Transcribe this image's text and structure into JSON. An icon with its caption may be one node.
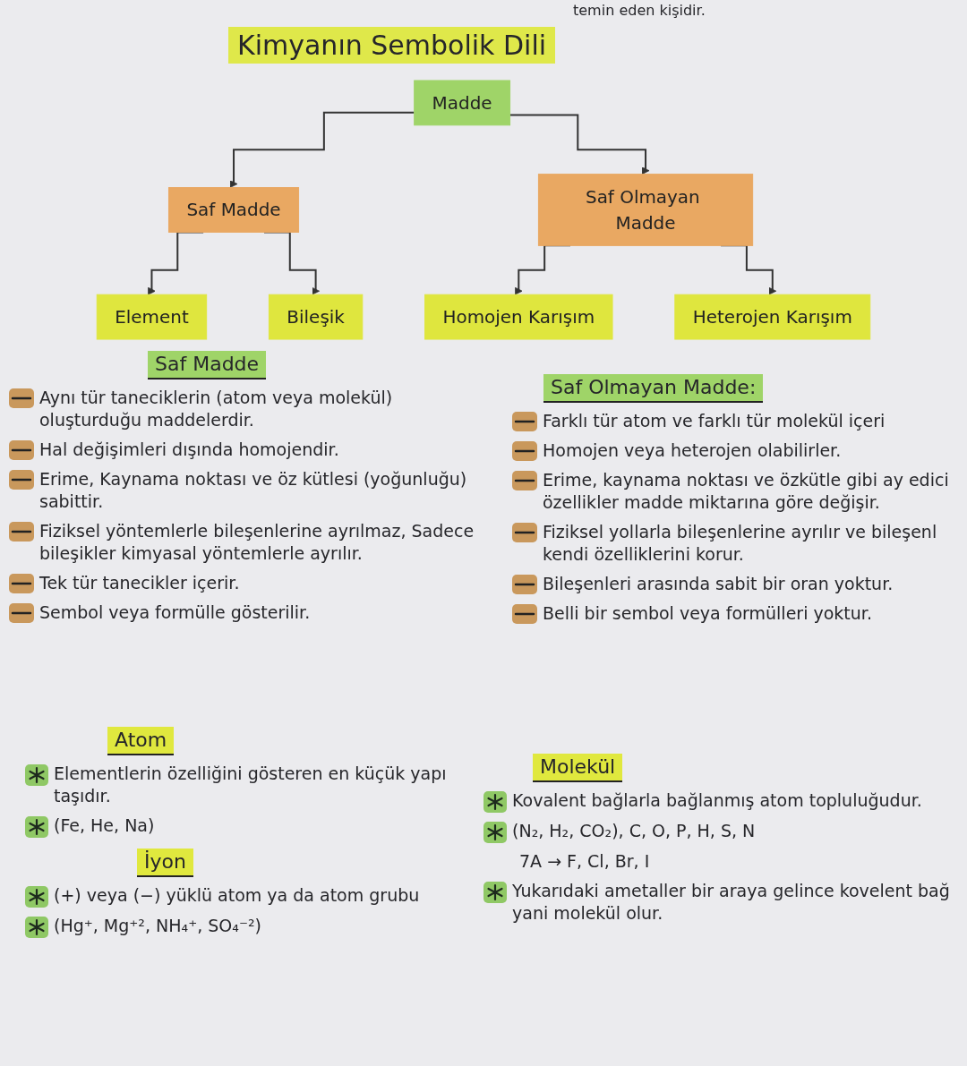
{
  "diagram": {
    "title": "Kimyanın Sembolik Dili",
    "nodes": [
      {
        "text": [
          "Madde"
        ]
      },
      {
        "text": [
          "Saf Madde"
        ]
      },
      {
        "text": [
          "Saf Olmayan Madde"
        ]
      },
      {
        "text": [
          "Element"
        ]
      },
      {
        "text": [
          "Bileşik"
        ]
      },
      {
        "text": [
          "Homojen Karışım"
        ]
      },
      {
        "text": [
          "Heterojen Karışım"
        ]
      }
    ],
    "edges": [
      {
        "from": 0,
        "to": 1,
        "arrow": "to"
      },
      {
        "from": 0,
        "to": 2,
        "arrow": "to"
      },
      {
        "from": 1,
        "to": 3,
        "arrow": "to"
      },
      {
        "from": 1,
        "to": 4,
        "arrow": "to"
      },
      {
        "from": 2,
        "to": 5,
        "arrow": "to"
      },
      {
        "from": 2,
        "to": 6,
        "arrow": "to"
      }
    ],
    "labels": [
      "temin eden kişidir.",
      "Saf Madde",
      "Aynı tür taneciklerin (atom veya molekül) oluşturduğu maddelerdir.",
      "Hal değişimleri dışında homojendir.",
      "Erime, Kaynama noktası ve öz kütlesi (yoğunluğu) sabittir.",
      "Fiziksel yöntemlerle bileşenlerine ayrılmaz, Sadece bileşikler kimyasal yöntemlerle ayrılır.",
      "Tek tür tanecikler içerir.",
      "Sembol veya formülle gösterilir.",
      "Saf Olmayan Madde:",
      "Farklı tür atom ve farklı tür molekül içeri",
      "Homojen veya heterojen olabilirler.",
      "Erime, kaynama noktası ve özkütle gibi ay edici özellikler madde miktarına göre değişir.",
      "Fiziksel yollarla bileşenlerine ayrılır ve bileşenl kendi özelliklerini korur.",
      "Bileşenleri arasında sabit bir oran yoktur.",
      "Belli bir sembol veya formülleri yoktur.",
      "Atom",
      "Elementlerin özelliğini gösteren en küçük yapı taşıdır.",
      "(Fe, He, Na)",
      "İyon",
      "(+) veya (−) yüklü atom ya da atom grubu",
      "(Hg⁺, Mg⁺², NH₄⁺, SO₄⁻²)",
      "Molekül",
      "Kovalent bağlarla bağlanmış atom topluluğudur.",
      "(N₂, H₂, CO₂), C, O, P, H, S, N",
      "7A → F, Cl, Br, I",
      "Yukarıdaki ametaller bir araya gelince kovelent bağ yani molekül olur."
    ]
  }
}
